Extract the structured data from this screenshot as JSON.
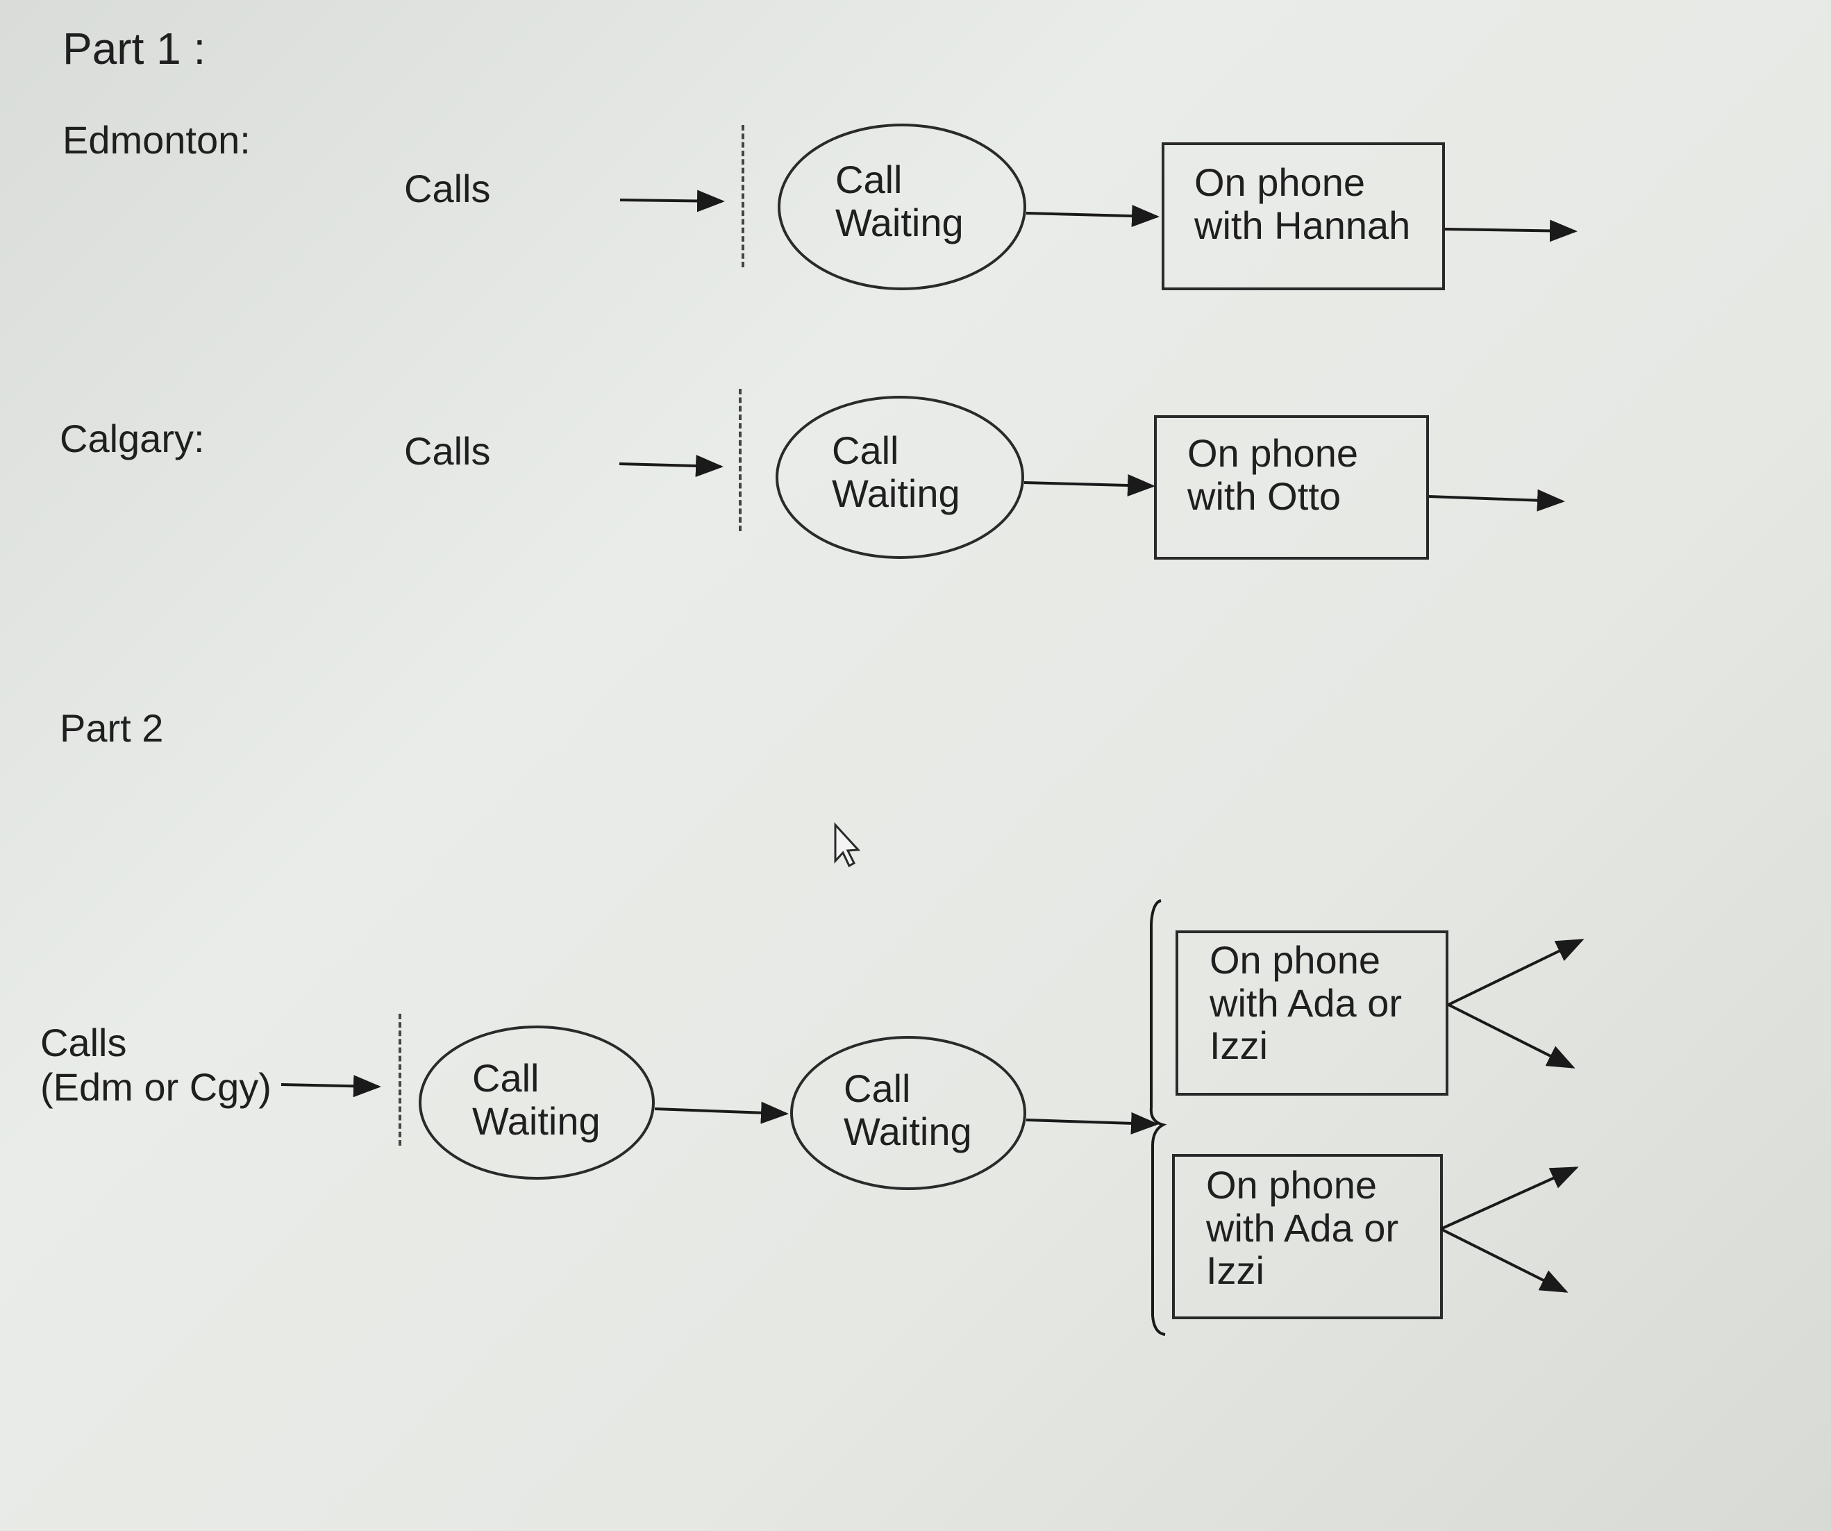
{
  "part1": {
    "title": "Part 1 :",
    "edmonton": {
      "label": "Edmonton:",
      "source": "Calls",
      "queue": [
        "Call",
        "Waiting"
      ],
      "server": [
        "On phone",
        "with Hannah"
      ]
    },
    "calgary": {
      "label": "Calgary:",
      "source": "Calls",
      "queue": [
        "Call",
        "Waiting"
      ],
      "server": [
        "On phone",
        "with Otto"
      ]
    }
  },
  "part2": {
    "title": "Part 2",
    "source": [
      "Calls",
      "(Edm or Cgy)"
    ],
    "queue1": [
      "Call",
      "Waiting"
    ],
    "queue2": [
      "Call",
      "Waiting"
    ],
    "server1": [
      "On phone",
      "with Ada or",
      "Izzi"
    ],
    "server2": [
      "On phone",
      "with Ada or",
      "Izzi"
    ]
  },
  "icons": {
    "cursor": "mouse-pointer-icon"
  }
}
